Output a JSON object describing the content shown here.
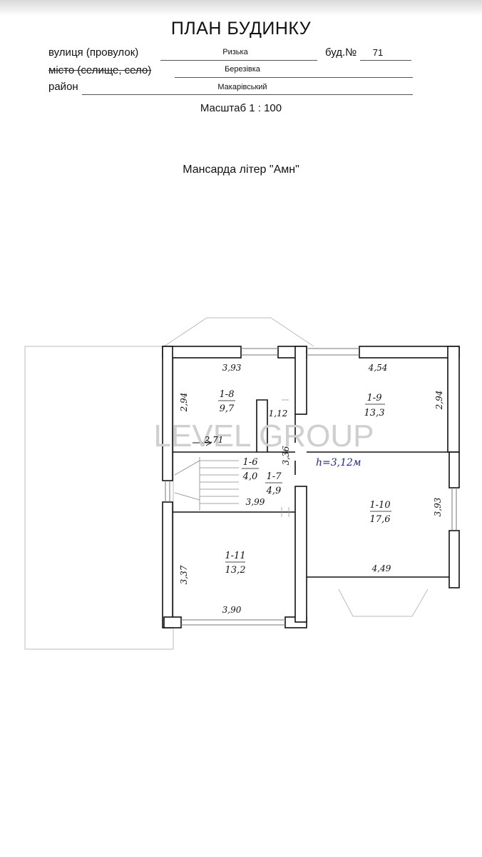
{
  "header": {
    "title": "ПЛАН БУДИНКУ",
    "street_label": "вулиця (провулок)",
    "street_value": "Ризька",
    "house_label": "буд.№",
    "house_value": "71",
    "city_label": "місто (селище, село)",
    "city_value": "Березівка",
    "district_label": "район",
    "district_value": "Макарівський",
    "scale": "Масштаб 1 : 100"
  },
  "plan": {
    "subtitle": "Мансарда літер \"Амн\"",
    "height_note": "h=3,12м",
    "watermark": "LEVEL GROUP",
    "rooms": [
      {
        "id": "1-8",
        "area": "9,7"
      },
      {
        "id": "1-9",
        "area": "13,3"
      },
      {
        "id": "1-6",
        "area": "4,0"
      },
      {
        "id": "1-7",
        "area": "4,9"
      },
      {
        "id": "1-10",
        "area": "17,6"
      },
      {
        "id": "1-11",
        "area": "13,2"
      }
    ],
    "dimensions": {
      "d393": "3,93",
      "d454": "4,54",
      "d294a": "2,94",
      "d294b": "2,94",
      "d112": "1,12",
      "d271": "2,71",
      "d336": "3,36",
      "d399": "3,99",
      "d393b": "3,93",
      "d449": "4,49",
      "d337": "3,37",
      "d390": "3,90"
    }
  }
}
